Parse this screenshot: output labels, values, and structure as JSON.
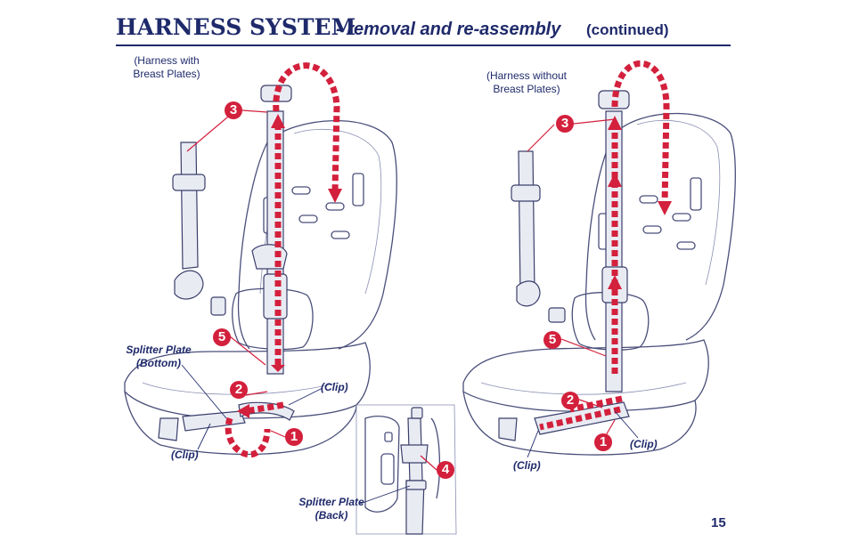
{
  "header": {
    "title": "HARNESS SYSTEM",
    "subtitle": "- removal and re-assembly",
    "continued": "(continued)"
  },
  "left_figure": {
    "caption_line1": "(Harness with",
    "caption_line2": "Breast Plates)",
    "splitter_bottom_line1": "Splitter Plate",
    "splitter_bottom_line2": "(Bottom)",
    "clip_upper": "(Clip)",
    "clip_lower": "(Clip)",
    "steps": [
      "3",
      "5",
      "2",
      "1"
    ]
  },
  "center_figure": {
    "splitter_back_line1": "Splitter Plate",
    "splitter_back_line2": "(Back)",
    "step": "4"
  },
  "right_figure": {
    "caption_line1": "(Harness without",
    "caption_line2": "Breast Plates)",
    "clip_right": "(Clip)",
    "clip_left": "(Clip)",
    "steps": [
      "3",
      "5",
      "2",
      "1"
    ]
  },
  "page_number": "15",
  "colors": {
    "accent_red": "#d3203c",
    "navy": "#1f2a6b"
  }
}
